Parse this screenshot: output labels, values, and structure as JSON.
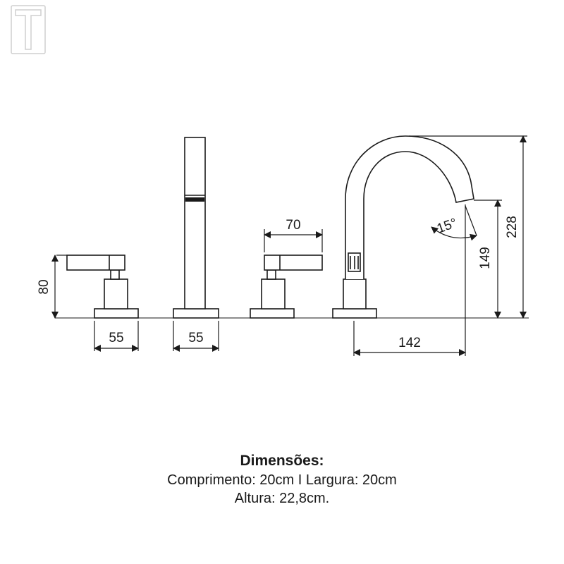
{
  "dimensions": {
    "handle_height": "80",
    "left_base_width": "55",
    "shower_base_width": "55",
    "lever_length": "70",
    "spout_reach": "142",
    "spout_outlet_height": "149",
    "total_height": "228",
    "spout_angle": "15°"
  },
  "caption": {
    "title": "Dimensões:",
    "line1": "Comprimento: 20cm I Largura: 20cm",
    "line2": "Altura: 22,8cm."
  },
  "colors": {
    "line": "#1a1a1a",
    "logo": "#cfcfcf"
  }
}
